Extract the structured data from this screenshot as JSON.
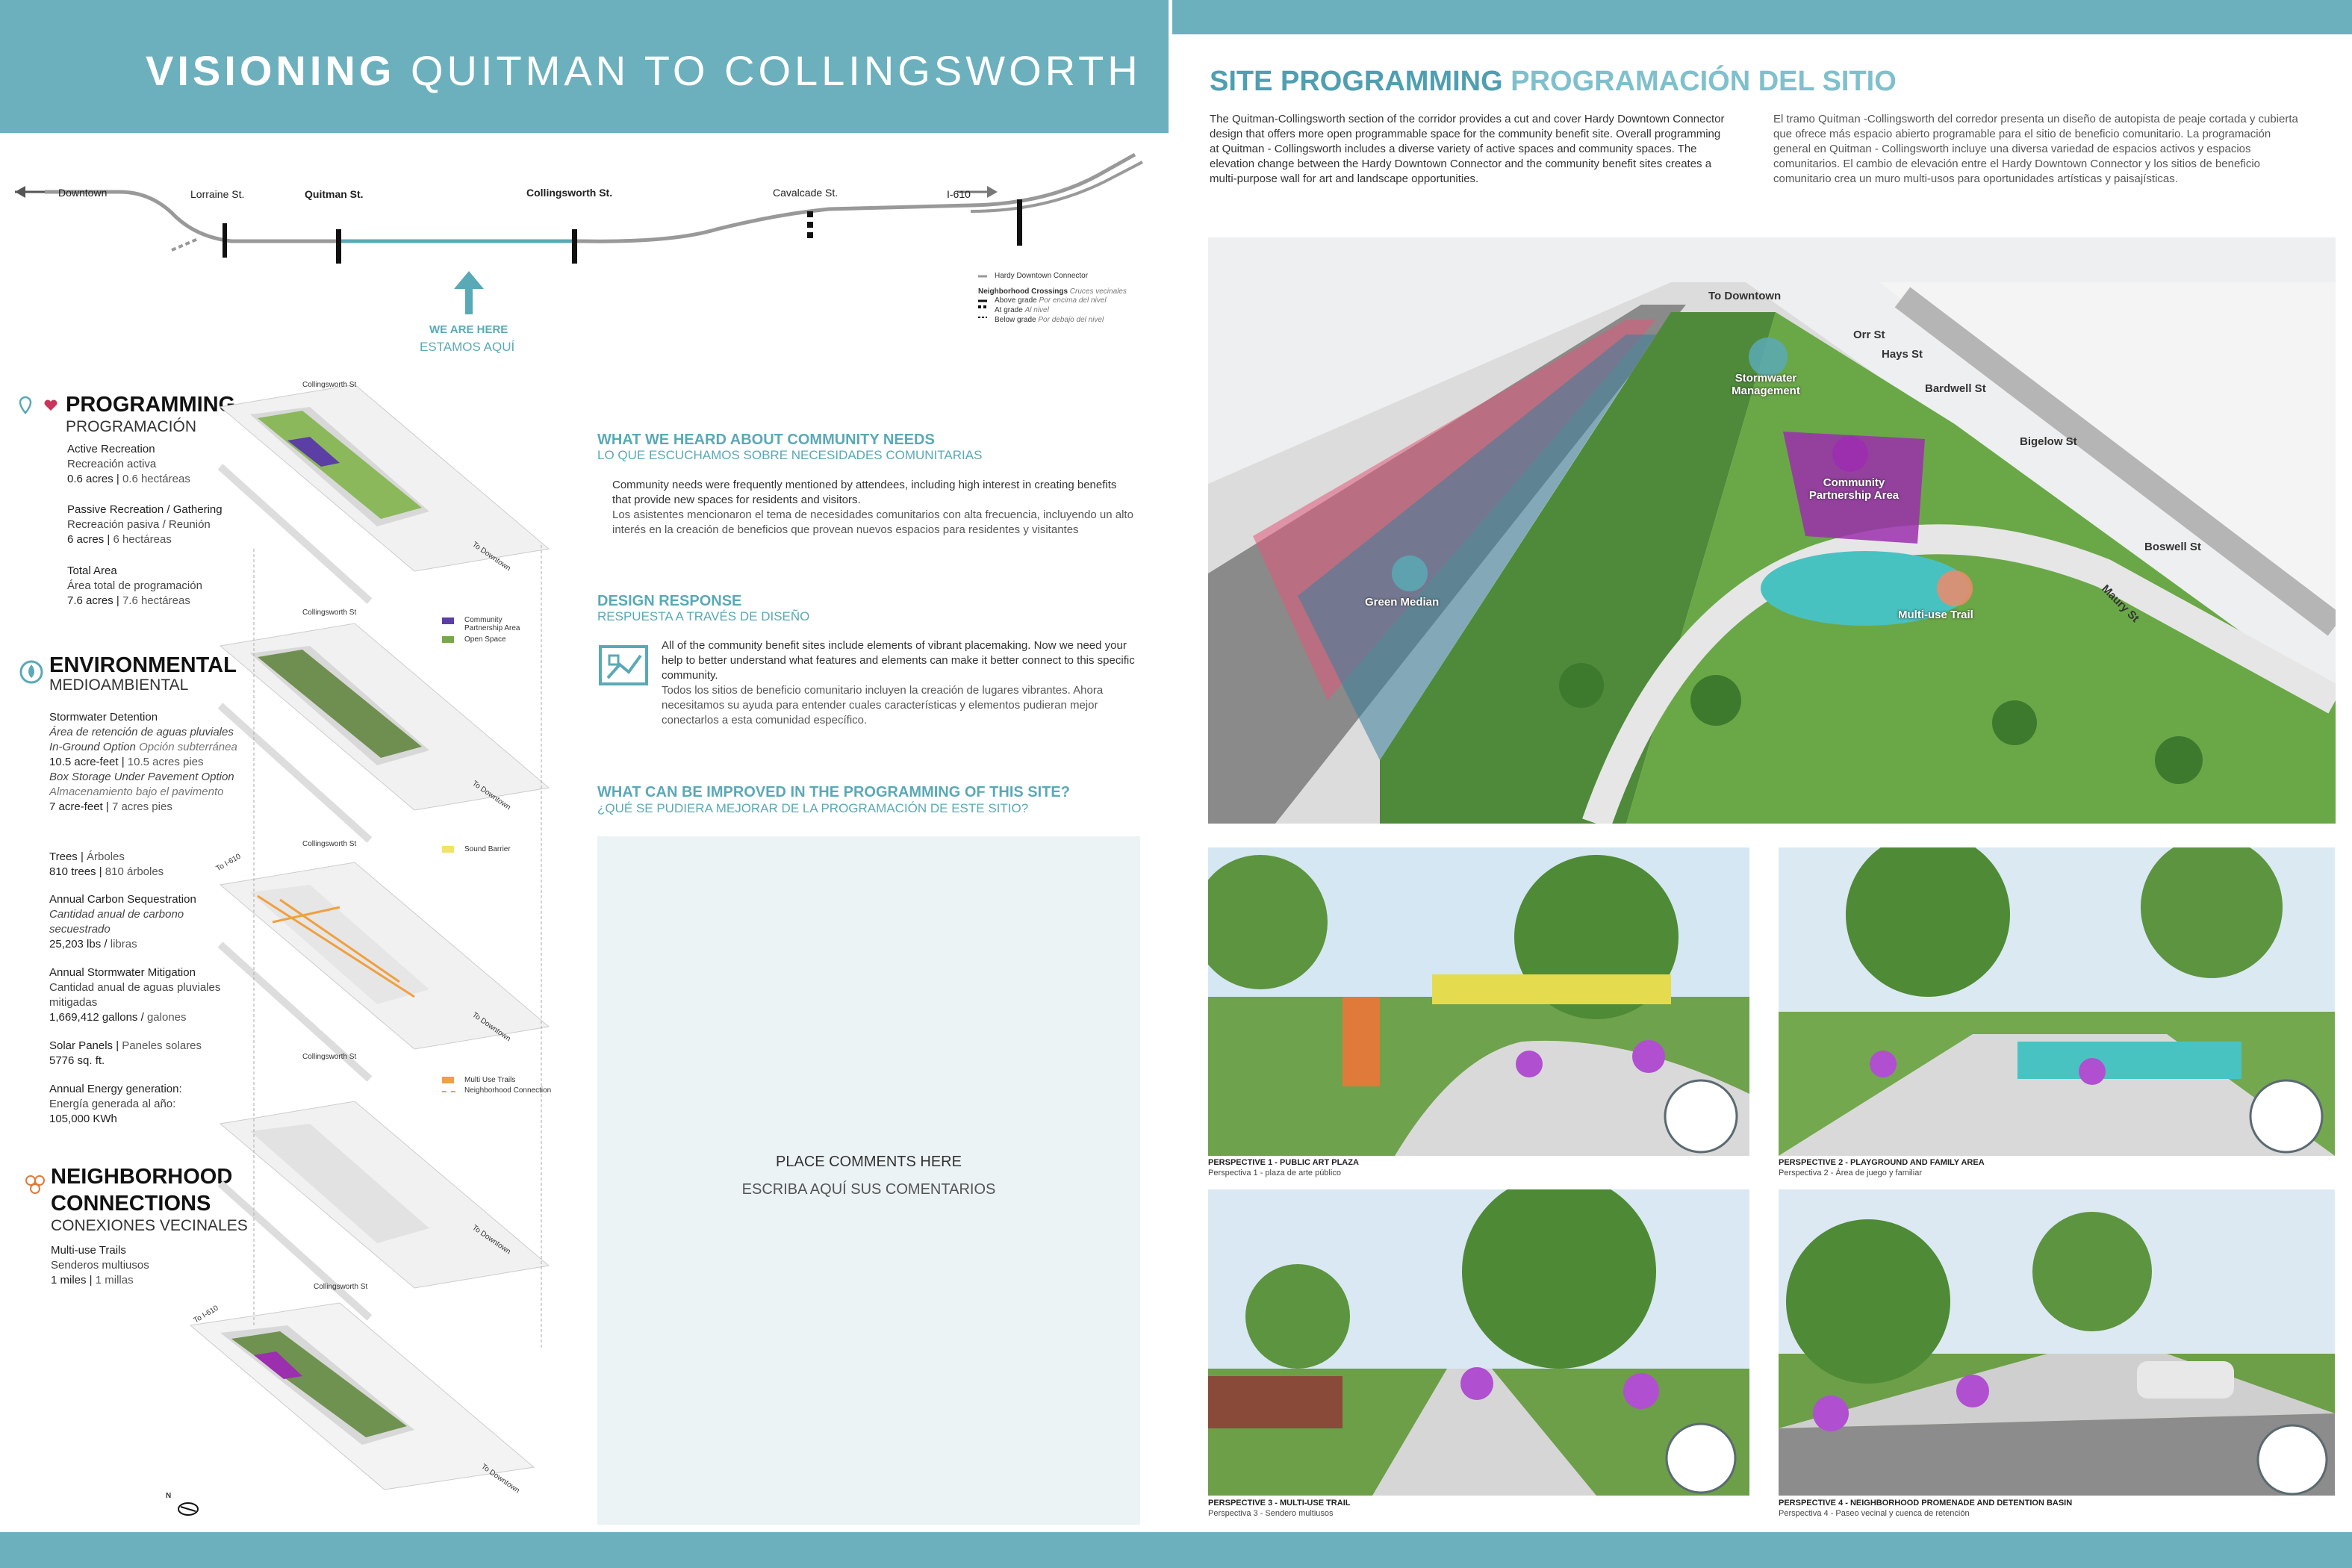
{
  "header": {
    "title_bold": "VISIONING",
    "title_light": "QUITMAN TO COLLINGSWORTH",
    "right_title_bold": "SITE PROGRAMMING",
    "right_title_light": "PROGRAMACIÓN DEL SITIO"
  },
  "intro": {
    "en": "The Quitman-Collingsworth section of the corridor provides a cut and cover Hardy Downtown Connector design that offers more open programmable space for the community benefit site. Overall programming at Quitman - Collingsworth includes a diverse variety of active spaces and community spaces. The elevation change between the Hardy Downtown Connector and the community benefit sites creates a multi-purpose wall for art and landscape opportunities.",
    "es": "El tramo Quitman -Collingsworth del corredor presenta un diseño de autopista de peaje cortada y cubierta que ofrece más espacio abierto programable para el sitio de beneficio comunitario. La programación general en Quitman - Collingsworth incluye una diversa variedad de espacios activos y espacios comunitarios. El cambio de elevación entre el Hardy Downtown Connector y los sitios de beneficio comunitario crea un muro multi-usos para oportunidades artísticas y paisajísticas."
  },
  "corridor": {
    "downtown": "Downtown",
    "lorraine": "Lorraine St.",
    "quitman": "Quitman St.",
    "collingsworth": "Collingsworth St.",
    "cavalcade": "Cavalcade St.",
    "i610": "I-610",
    "we_are_here": "WE ARE HERE",
    "estamos_aqui": "ESTAMOS AQUÍ",
    "legend_connector": "Hardy Downtown Connector",
    "legend_crossings": "Neighborhood Crossings",
    "legend_crossings_es": "Cruces vecinales",
    "legend_above": "Above grade",
    "legend_above_es": "Por encima del nivel",
    "legend_at": "At grade",
    "legend_at_es": "Al nivel",
    "legend_below": "Below grade",
    "legend_below_es": "Por debajo del nivel"
  },
  "programming": {
    "title": "PROGRAMMING",
    "title_es": "PROGRAMACIÓN",
    "active_label": "Active Recreation",
    "active_es": "Recreación activa",
    "active_value": "0.6 acres",
    "active_value_es": "0.6 hectáreas",
    "passive_label": "Passive Recreation / Gathering",
    "passive_es": "Recreación pasiva / Reunión",
    "passive_value": "6 acres",
    "passive_value_es": "6 hectáreas",
    "total_label": "Total Area",
    "total_es": "Área total de programación",
    "total_value": "7.6 acres",
    "total_value_es": "7.6 hectáreas"
  },
  "environmental": {
    "title": "ENVIRONMENTAL",
    "title_es": "MEDIOAMBIENTAL",
    "storm_label": "Stormwater Detention",
    "storm_es": "Área de retención de aguas pluviales",
    "inground": "In-Ground Option",
    "inground_es": "Opción subterránea",
    "inground_value": "10.5 acre-feet",
    "inground_value_es": "10.5 acres pies",
    "box": "Box Storage Under Pavement Option",
    "box_es": "Almacenamiento bajo el pavimento",
    "box_value": "7 acre-feet",
    "box_value_es": "7 acres pies",
    "trees": "Trees",
    "trees_es": "Árboles",
    "trees_value": "810 trees",
    "trees_value_es": "810 árboles",
    "carbon_label": "Annual Carbon Sequestration",
    "carbon_es": "Cantidad anual de carbono secuestrado",
    "carbon_value": "25,203 lbs",
    "carbon_value_es": "libras",
    "mitig_label": "Annual Stormwater Mitigation",
    "mitig_es": "Cantidad anual de aguas pluviales mitigadas",
    "mitig_value": "1,669,412 gallons",
    "mitig_value_es": "galones",
    "solar_label": "Solar Panels",
    "solar_es": "Paneles solares",
    "solar_value": "5776 sq. ft.",
    "energy_label": "Annual Energy generation:",
    "energy_es": "Energía generada al año:",
    "energy_value": "105,000 KWh"
  },
  "neighborhood": {
    "title1": "NEIGHBORHOOD",
    "title2": "CONNECTIONS",
    "title_es": "CONEXIONES VECINALES",
    "trails_label": "Multi-use Trails",
    "trails_es": "Senderos multiusos",
    "trails_value": "1 miles",
    "trails_value_es": "1 millas"
  },
  "diagram_labels": {
    "collingsworth": "Collingsworth St",
    "to_downtown": "To Downtown",
    "to_i610": "To I-610",
    "legend_cpa": "Community Partnership Area",
    "legend_open": "Open Space",
    "legend_sound": "Sound Barrier",
    "legend_trails": "Multi Use Trails",
    "legend_neigh": "Neighborhood Connection"
  },
  "needs": {
    "heading": "WHAT WE HEARD ABOUT COMMUNITY NEEDS",
    "heading_es": "LO QUE ESCUCHAMOS SOBRE NECESIDADES COMUNITARIAS",
    "en": "Community needs were frequently mentioned by attendees, including high interest in creating benefits that provide new spaces for residents and visitors.",
    "es": "Los asistentes mencionaron el tema de necesidades comunitarios con alta frecuencia, incluyendo un alto interés en la creación de beneficios que provean nuevos espacios para residentes y visitantes"
  },
  "design": {
    "heading": "DESIGN RESPONSE",
    "heading_es": "RESPUESTA A TRAVÉS DE DISEÑO",
    "en": "All of the community benefit sites include elements of vibrant placemaking. Now we need your help to better understand what features and elements can make it better connect to this specific community.",
    "es": "Todos los sitios de beneficio comunitario incluyen la creación de lugares vibrantes. Ahora necesitamos su ayuda para entender cuales características y elementos pudieran mejor conectarlos a esta comunidad específico."
  },
  "improve": {
    "heading": "WHAT CAN BE IMPROVED IN THE PROGRAMMING OF THIS SITE?",
    "heading_es": "¿QUÉ SE PUDIERA MEJORAR DE LA PROGRAMACIÓN DE ESTE SITIO?",
    "comment_en": "PLACE COMMENTS HERE",
    "comment_es": "ESCRIBA AQUÍ SUS COMENTARIOS"
  },
  "site_map": {
    "to_downtown": "To Downtown",
    "orr": "Orr St",
    "hays": "Hays St",
    "bardwell": "Bardwell St",
    "bigelow": "Bigelow St",
    "boswell": "Boswell St",
    "maury": "Maury St",
    "stormwater": "Stormwater Management",
    "community": "Community Partnership Area",
    "green_median": "Green Median",
    "trail": "Multi-use Trail"
  },
  "perspectives": [
    {
      "en": "PERSPECTIVE 1 - PUBLIC ART PLAZA",
      "es": "Perspectiva 1 - plaza de arte público"
    },
    {
      "en": "PERSPECTIVE 2 - PLAYGROUND AND FAMILY AREA",
      "es": "Perspectiva 2 - Área de juego y familiar"
    },
    {
      "en": "PERSPECTIVE 3 - MULTI-USE TRAIL",
      "es": "Perspectiva 3 - Sendero multiusos"
    },
    {
      "en": "PERSPECTIVE 4 - NEIGHBORHOOD PROMENADE AND DETENTION BASIN",
      "es": "Perspectiva 4 - Paseo vecinal y cuenca de retención"
    }
  ],
  "north": "N",
  "colors": {
    "teal": "#6cb0bd",
    "purple": "#9b2fae",
    "green": "#7aa845",
    "orange": "#f0a040",
    "yellow": "#f1e36a"
  }
}
